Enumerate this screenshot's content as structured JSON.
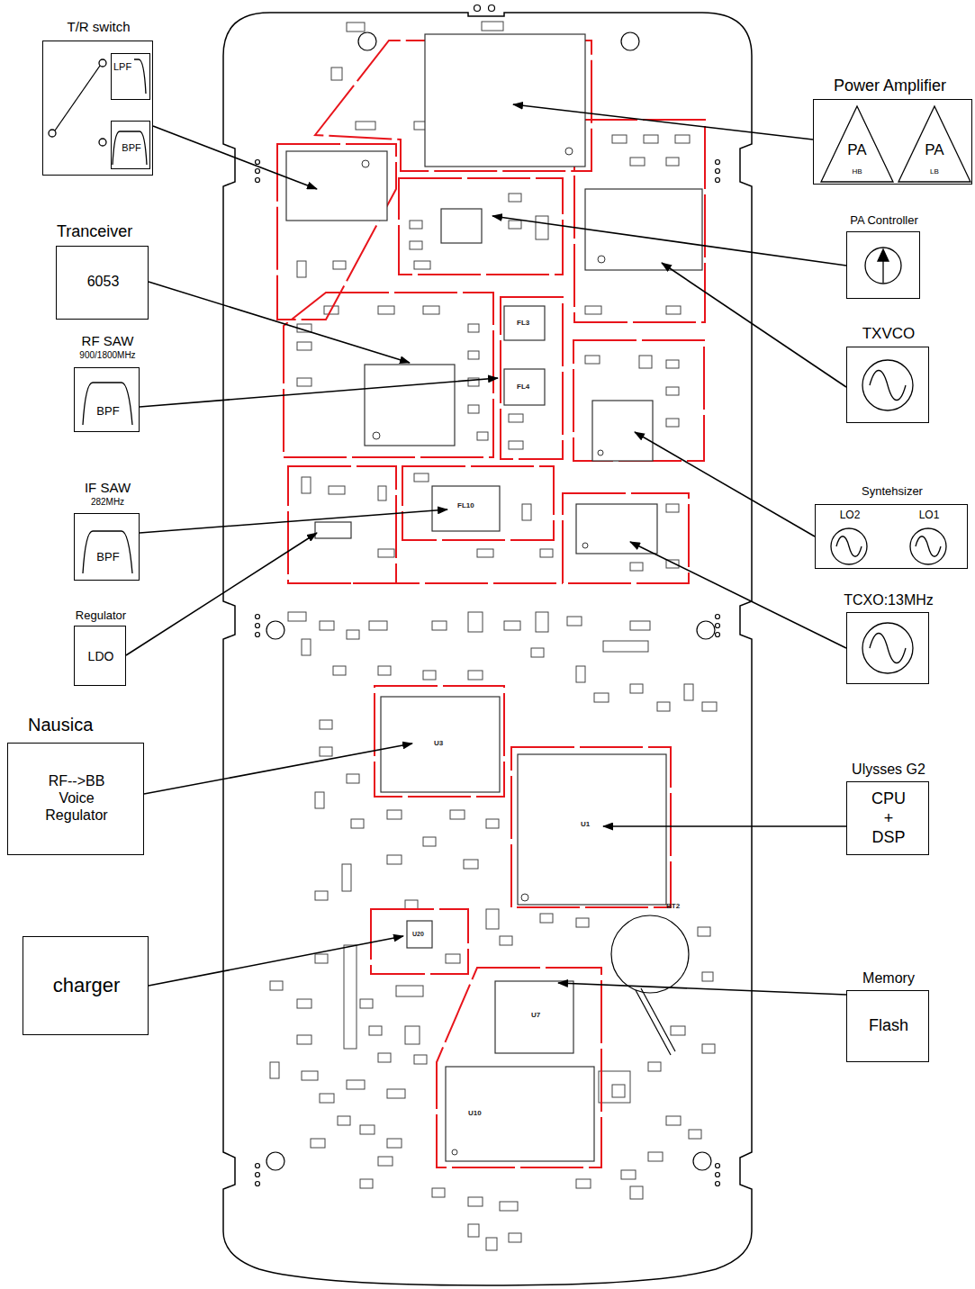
{
  "diagram": {
    "nodes": [
      {
        "text": [
          "T/R switch"
        ]
      },
      {
        "text": [
          "LPF"
        ],
        "in": 0
      },
      {
        "text": [
          "BPF"
        ],
        "in": 0
      },
      {
        "text": [
          "Power Amplifier"
        ]
      },
      {
        "text": [
          "PA",
          "HB"
        ],
        "in": 3
      },
      {
        "text": [
          "PA",
          "LB"
        ],
        "in": 3
      },
      {
        "text": [
          "Tranceiver",
          "6053"
        ]
      },
      {
        "text": [
          "PA Controller"
        ]
      },
      {
        "text": [
          "RF SAW",
          "900/1800MHz",
          "BPF"
        ]
      },
      {
        "text": [
          "TXVCO"
        ]
      },
      {
        "text": [
          "IF SAW",
          "282MHz",
          "BPF"
        ]
      },
      {
        "text": [
          "Syntehsizer",
          "LO2",
          "LO1"
        ]
      },
      {
        "text": [
          "Regulator",
          "LDO"
        ]
      },
      {
        "text": [
          "TCXO:13MHz"
        ]
      },
      {
        "text": [
          "Nausica",
          "RF-->BB Voice Regulator"
        ]
      },
      {
        "text": [
          "Ulysses G2",
          "CPU + DSP"
        ]
      },
      {
        "text": [
          "charger"
        ]
      },
      {
        "text": [
          "Memory",
          "Flash"
        ]
      }
    ],
    "labels": [
      "U1",
      "U3",
      "U7",
      "U10",
      "U20",
      "FL10",
      "FL4",
      "FL3",
      "BT2"
    ]
  }
}
